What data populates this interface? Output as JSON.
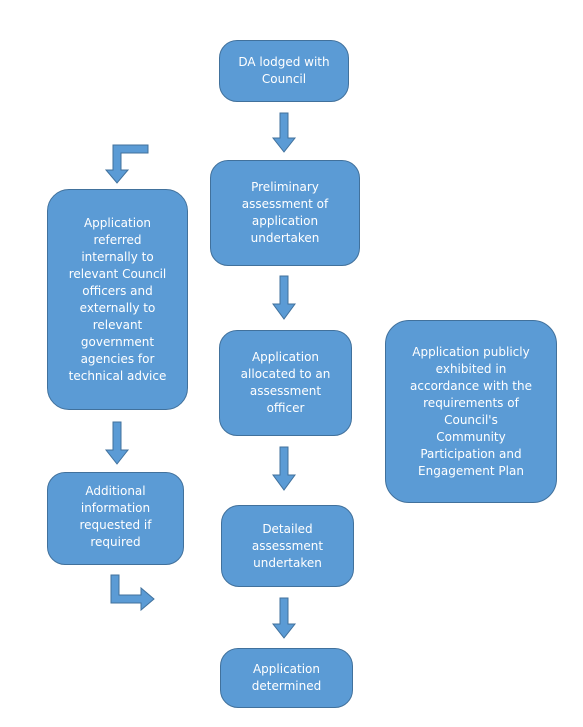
{
  "diagram": {
    "nodes": {
      "da_lodged": "DA lodged with\nCouncil",
      "preliminary": "Preliminary\nassessment of\napplication\nundertaken",
      "allocated": "Application\nallocated to an\nassessment\nofficer",
      "detailed": "Detailed\nassessment\nundertaken",
      "determined": "Application\ndetermined",
      "referred": "Application\nreferred\ninternally to\nrelevant Council\nofficers and\nexternally to\nrelevant\ngovernment\nagencies for\ntechnical advice",
      "additional_info": "Additional\ninformation\nrequested if\nrequired",
      "exhibited": "Application publicly\nexhibited in\naccordance with the\nrequirements of\nCouncil's\nCommunity\nParticipation and\nEngagement Plan"
    },
    "colors": {
      "box_fill": "#5b9bd5",
      "box_border": "#41719c",
      "arrow_fill": "#5b9bd5",
      "text": "#ffffff"
    }
  }
}
